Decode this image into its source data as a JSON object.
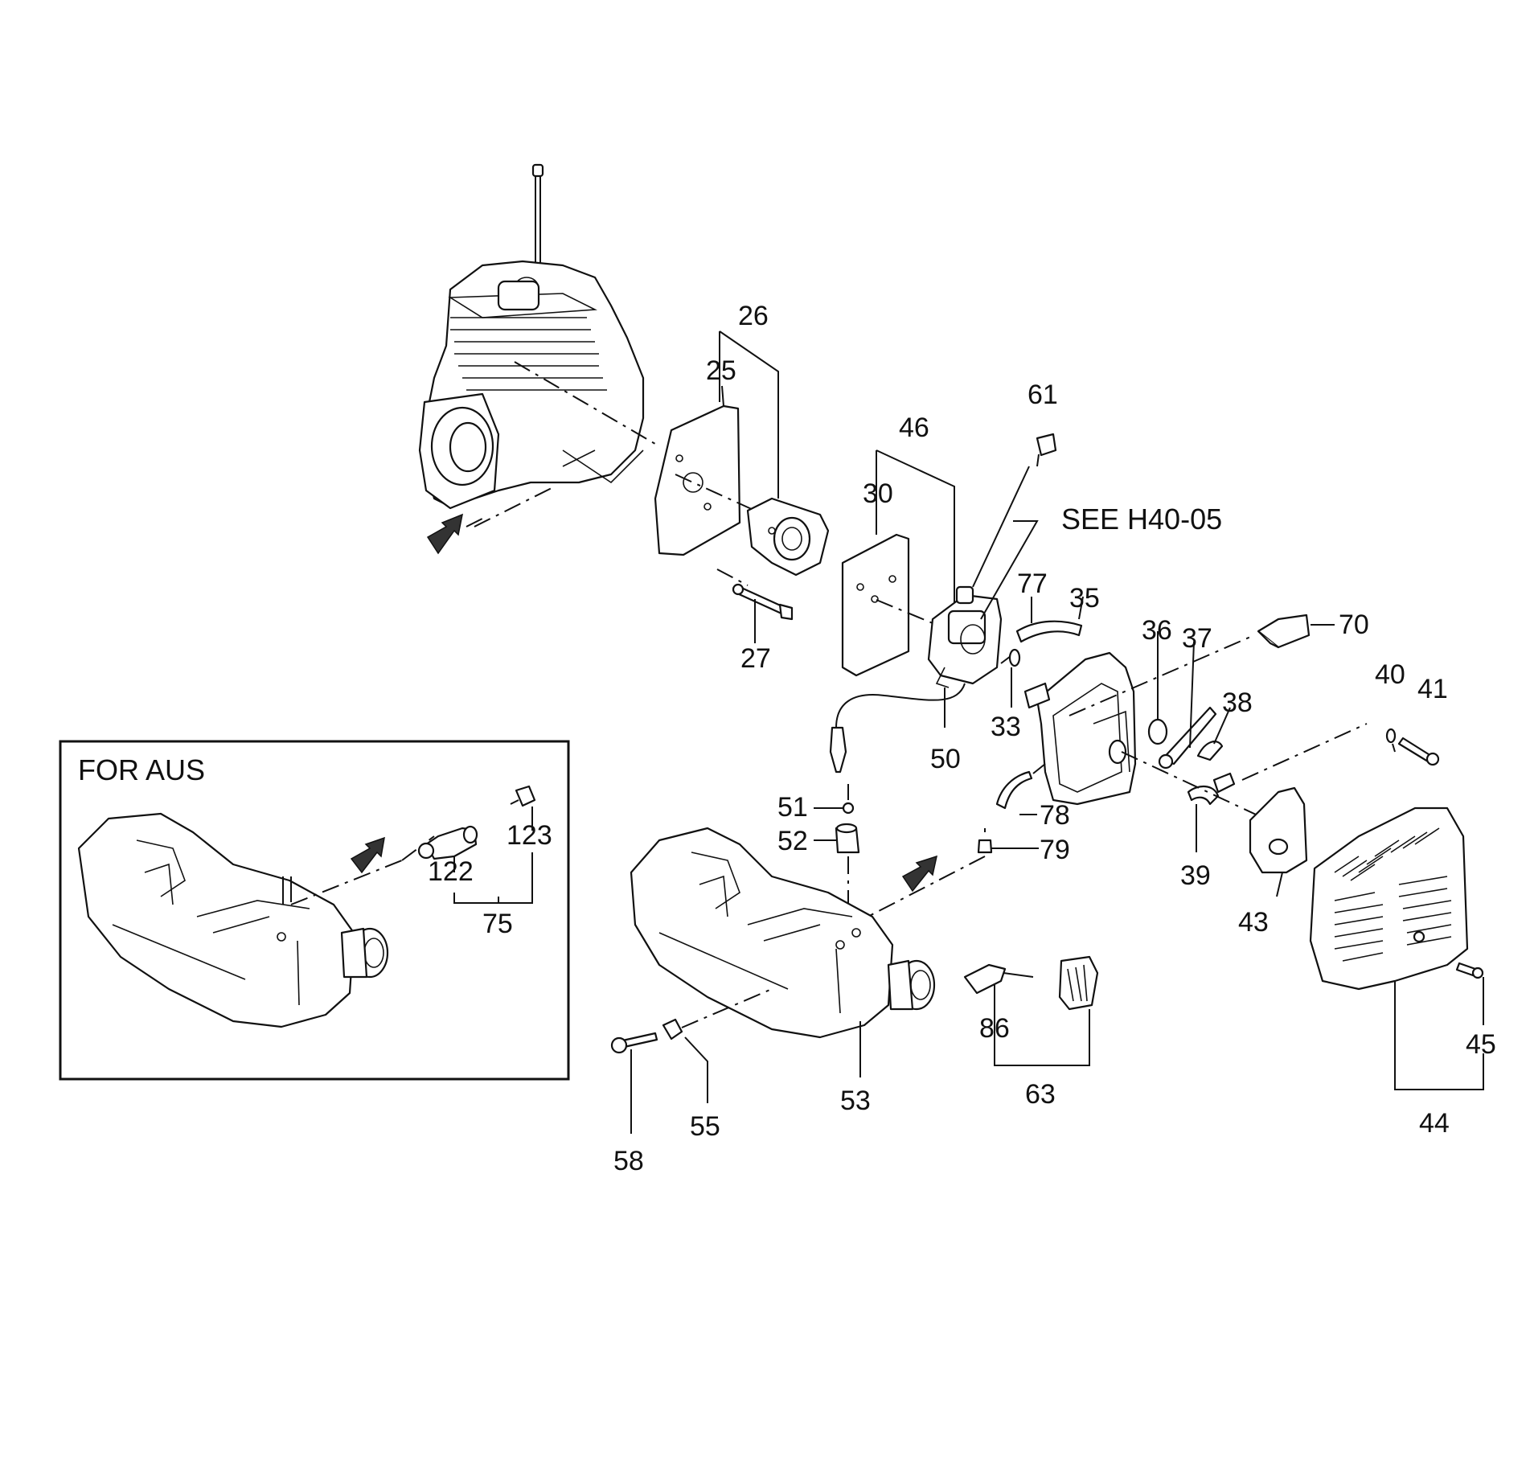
{
  "labels": {
    "p25": "25",
    "p26": "26",
    "p27": "27",
    "p30": "30",
    "p33": "33",
    "p35": "35",
    "p36": "36",
    "p37": "37",
    "p38": "38",
    "p39": "39",
    "p40": "40",
    "p41": "41",
    "p43": "43",
    "p44": "44",
    "p45": "45",
    "p46": "46",
    "p50": "50",
    "p51": "51",
    "p52": "52",
    "p53": "53",
    "p55": "55",
    "p58": "58",
    "p61": "61",
    "p63": "63",
    "p70": "70",
    "p75": "75",
    "p77": "77",
    "p78": "78",
    "p79": "79",
    "p86": "86",
    "p122": "122",
    "p123": "123"
  },
  "reference_note": "SEE H40-05",
  "inset_title": "FOR AUS"
}
